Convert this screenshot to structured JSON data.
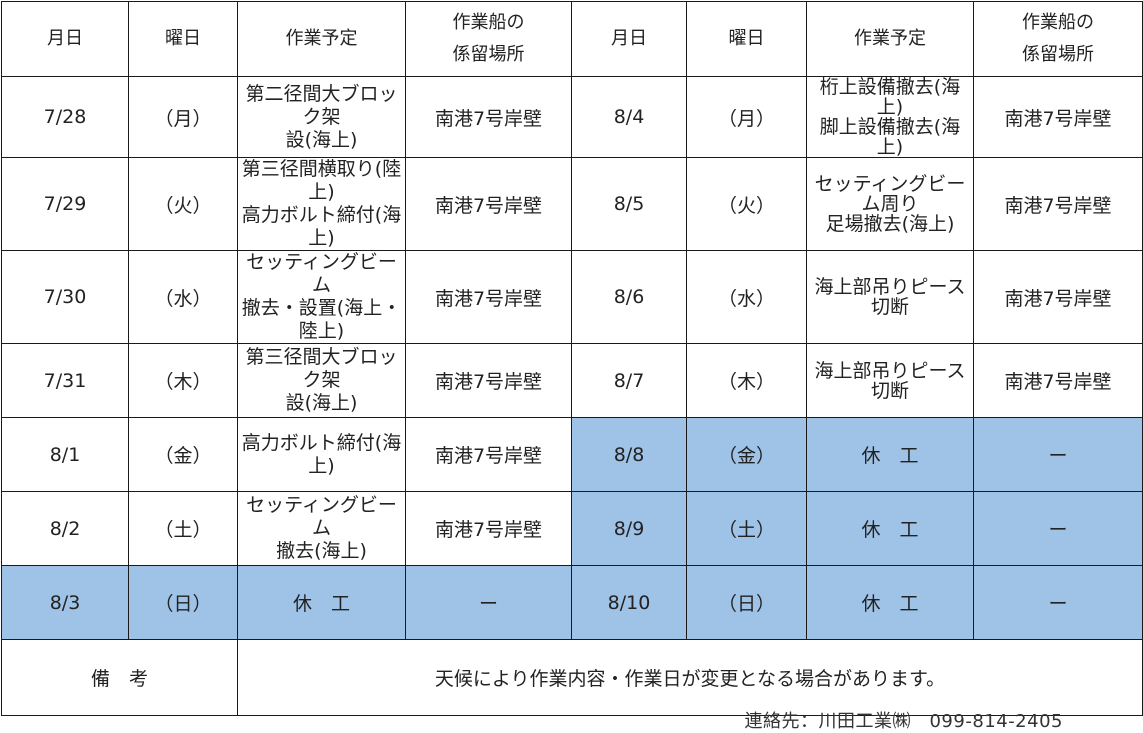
{
  "headers": {
    "date": "月日",
    "weekday": "曜日",
    "task": "作業予定",
    "mooring_line1": "作業船の",
    "mooring_line2": "係留場所"
  },
  "rows": [
    {
      "left": {
        "date": "7/28",
        "weekday": "（月）",
        "task": [
          "第二径間大ブロック架",
          "設(海上)"
        ],
        "task_size": "normal",
        "mooring": "南港7号岸壁",
        "holiday": false
      },
      "right": {
        "date": "8/4",
        "weekday": "（月）",
        "task": [
          "桁上設備撤去(海上)",
          "脚上設備撤去(海上)"
        ],
        "task_size": "small",
        "mooring": "南港7号岸壁",
        "holiday": false
      }
    },
    {
      "left": {
        "date": "7/29",
        "weekday": "（火）",
        "task": [
          "第三径間横取り(陸上)",
          "高力ボルト締付(海上)"
        ],
        "task_size": "normal",
        "mooring": "南港7号岸壁",
        "holiday": false
      },
      "right": {
        "date": "8/5",
        "weekday": "（火）",
        "task": [
          "セッティングビーム周り",
          "足場撤去(海上)"
        ],
        "task_size": "small",
        "mooring": "南港7号岸壁",
        "holiday": false
      }
    },
    {
      "left": {
        "date": "7/30",
        "weekday": "（水）",
        "task": [
          "セッティングビーム",
          "撤去・設置(海上・陸上)"
        ],
        "task_size": "normal",
        "mooring": "南港7号岸壁",
        "holiday": false
      },
      "right": {
        "date": "8/6",
        "weekday": "（水）",
        "task": [
          "海上部吊りピース切断"
        ],
        "task_size": "small",
        "mooring": "南港7号岸壁",
        "holiday": false
      }
    },
    {
      "left": {
        "date": "7/31",
        "weekday": "（木）",
        "task": [
          "第三径間大ブロック架",
          "設(海上)"
        ],
        "task_size": "normal",
        "mooring": "南港7号岸壁",
        "holiday": false
      },
      "right": {
        "date": "8/7",
        "weekday": "（木）",
        "task": [
          "海上部吊りピース切断"
        ],
        "task_size": "small",
        "mooring": "南港7号岸壁",
        "holiday": false
      }
    },
    {
      "left": {
        "date": "8/1",
        "weekday": "（金）",
        "task": [
          "高力ボルト締付(海上)"
        ],
        "task_size": "normal",
        "mooring": "南港7号岸壁",
        "holiday": false
      },
      "right": {
        "date": "8/8",
        "weekday": "（金）",
        "task": [
          "休　工"
        ],
        "task_size": "holiday",
        "mooring": "ー",
        "holiday": true
      }
    },
    {
      "left": {
        "date": "8/2",
        "weekday": "（土）",
        "task": [
          "セッティングビーム",
          "撤去(海上)"
        ],
        "task_size": "normal",
        "mooring": "南港7号岸壁",
        "holiday": false
      },
      "right": {
        "date": "8/9",
        "weekday": "（土）",
        "task": [
          "休　工"
        ],
        "task_size": "holiday",
        "mooring": "ー",
        "holiday": true
      }
    },
    {
      "left": {
        "date": "8/3",
        "weekday": "（日）",
        "task": [
          "休　工"
        ],
        "task_size": "holiday",
        "mooring": "ー",
        "holiday": true
      },
      "right": {
        "date": "8/10",
        "weekday": "（日）",
        "task": [
          "休　工"
        ],
        "task_size": "holiday",
        "mooring": "ー",
        "holiday": true
      }
    }
  ],
  "remarks": {
    "label": "備　考",
    "text": "天候により作業内容・作業日が変更となる場合があります。"
  },
  "contact": "連絡先：川田工業㈱　099-814-2405",
  "colors": {
    "holiday_fill": "#9fc2e7",
    "border": "#1a1a1a"
  }
}
